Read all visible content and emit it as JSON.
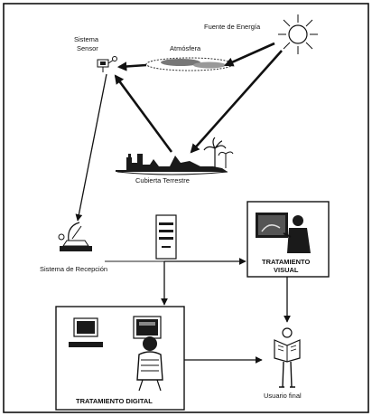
{
  "labels": {
    "energy_source": "Fuente de Energía",
    "sensor_line1": "Sistema",
    "sensor_line2": "Sensor",
    "atmosphere": "Atmósfera",
    "earth_cover": "Cubierta Terrestre",
    "reception": "Sistema de Recepción",
    "visual_line1": "TRATAMIENTO",
    "visual_line2": "VISUAL",
    "digital": "TRATAMIENTO DIGITAL",
    "end_user": "Usuario final"
  },
  "colors": {
    "ink": "#111111",
    "background": "#ffffff"
  },
  "icons": [
    "sun-icon",
    "satellite-icon",
    "cloud-icon",
    "landscape-icon",
    "antenna-icon",
    "computer-tower-icon",
    "photo-analyst-icon",
    "workstation-icon",
    "user-reading-icon"
  ]
}
